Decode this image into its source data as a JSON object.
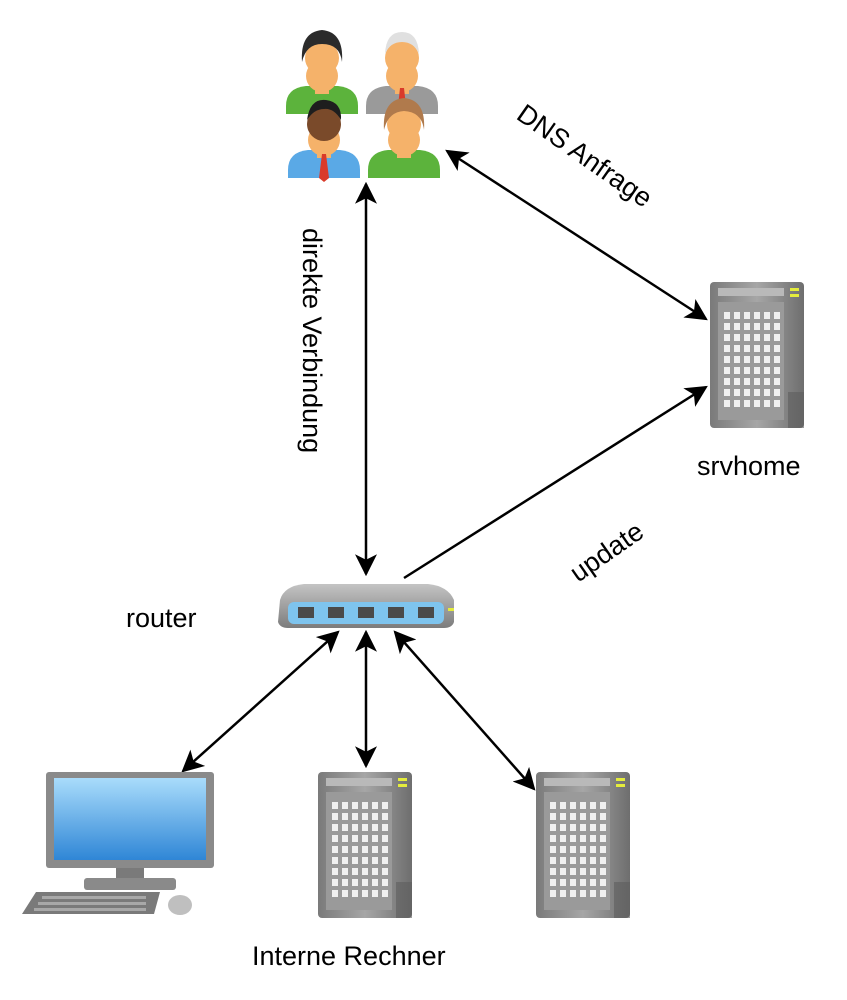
{
  "labels": {
    "dns_query": "DNS Anfrage",
    "direct_connection": "direkte Verbindung",
    "server_name": "srvhome",
    "update": "update",
    "router": "router",
    "internal_computers": "Interne Rechner"
  },
  "colors": {
    "arrow": "#000000",
    "server_body": "#8c8c8c",
    "server_front": "#a0a0a0",
    "server_grid": "#ffffff",
    "server_led": "#e4ec3c",
    "router_body": "#9a9a9a",
    "router_ports": "#7ec4ee",
    "monitor_screen": "#4aa6e6",
    "shirt_green": "#5cb33c",
    "shirt_blue": "#5aa9e6",
    "shirt_gray": "#9a9a9a",
    "skin": "#f5b26a"
  },
  "icons": {
    "users": "users-group-icon",
    "server": "server-icon",
    "router": "router-icon",
    "desktop": "desktop-pc-icon"
  }
}
